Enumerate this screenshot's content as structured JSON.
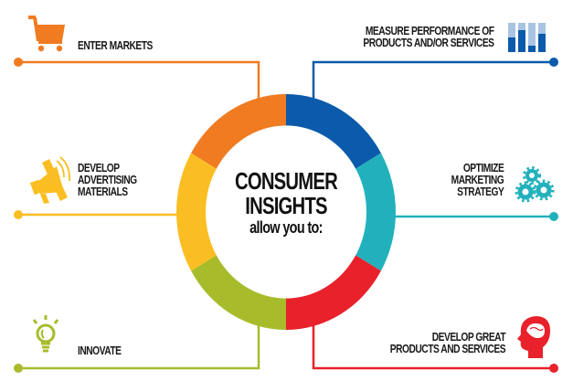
{
  "center": {
    "line1": "CONSUMER",
    "line2": "INSIGHTS",
    "line3": "allow you to:"
  },
  "colors": {
    "orange": "#F07B21",
    "blue": "#0B5AAB",
    "teal": "#22B1BC",
    "red": "#E8212A",
    "green": "#A8BC2B",
    "yellow": "#FBBE22",
    "text": "#1a1a1a"
  },
  "items": [
    {
      "id": "enter-markets",
      "lines": [
        "ENTER MARKETS"
      ],
      "icon": "shopping-cart-icon",
      "color": "#F07B21",
      "side": "left"
    },
    {
      "id": "develop-advertising",
      "lines": [
        "DEVELOP",
        "ADVERTISING",
        "MATERIALS"
      ],
      "icon": "megaphone-icon",
      "color": "#FBBE22",
      "side": "left"
    },
    {
      "id": "innovate",
      "lines": [
        "INNOVATE"
      ],
      "icon": "lightbulb-icon",
      "color": "#A8BC2B",
      "side": "left"
    },
    {
      "id": "measure-performance",
      "lines": [
        "MEASURE PERFORMANCE OF",
        "PRODUCTS AND/OR SERVICES"
      ],
      "icon": "bar-chart-icon",
      "color": "#0B5AAB",
      "side": "right"
    },
    {
      "id": "optimize-marketing",
      "lines": [
        "OPTIMIZE",
        "MARKETING",
        "STRATEGY"
      ],
      "icon": "gears-icon",
      "color": "#22B1BC",
      "side": "right"
    },
    {
      "id": "develop-products",
      "lines": [
        "DEVELOP GREAT",
        "PRODUCTS AND SERVICES"
      ],
      "icon": "head-brain-icon",
      "color": "#E8212A",
      "side": "right"
    }
  ]
}
